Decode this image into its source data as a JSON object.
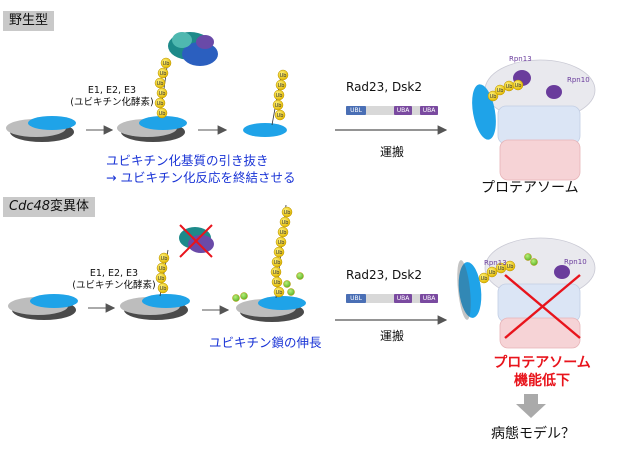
{
  "sections": {
    "wild_type": "野生型",
    "mutant_italic": "Cdc48",
    "mutant_suffix": "変異体"
  },
  "top": {
    "enzymes_line1": "E1, E2, E3",
    "enzymes_line2": "(ユビキチン化酵素)",
    "carrier_label": "Rad23, Dsk2",
    "transport_label": "運搬",
    "extraction_line1": "ユビキチン化基質の引き抜き",
    "extraction_line2": "→ ユビキチン化反応を終結させる",
    "proteasome_label": "プロテアソーム",
    "rpn13_label": "Rpn13",
    "rpn10_label": "Rpn10"
  },
  "bottom": {
    "enzymes_line1": "E1, E2, E3",
    "enzymes_line2": "(ユビキチン化酵素)",
    "carrier_label": "Rad23, Dsk2",
    "transport_label": "運搬",
    "chain_elongation": "ユビキチン鎖の伸長",
    "impaired_line1": "プロテアソーム",
    "impaired_line2": "機能低下",
    "disease_model": "病態モデル？",
    "rpn13_label": "Rpn13",
    "rpn10_label": "Rpn10"
  },
  "domains": {
    "ubl": "UBL",
    "uba1": "UBA",
    "uba2": "UBA"
  },
  "ub_text": "Ub",
  "colors": {
    "ubiquitin": "#f2d21a",
    "substrate": "#1fa3e8",
    "ubl_domain": "#4a6fb5",
    "uba_domain": "#7a4aa0",
    "label_blue": "#1a34d6",
    "label_red": "#e8141c"
  }
}
